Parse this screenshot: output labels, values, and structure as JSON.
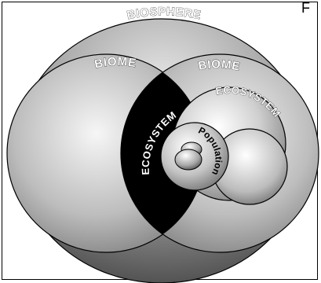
{
  "figure": {
    "corner_text": "F",
    "labels": {
      "biosphere": "BIOSPHERE",
      "biome_left": "BIOME",
      "biome_right": "BIOME",
      "ecosystem_dark": "ECOSYSTEM",
      "ecosystem_right": "ECOSYSTEM",
      "population": "Population"
    },
    "colors": {
      "background": "#ffffff",
      "outline": "#000000",
      "ecosystem_highlight": "#000000",
      "label_text": "#ffffff"
    }
  }
}
